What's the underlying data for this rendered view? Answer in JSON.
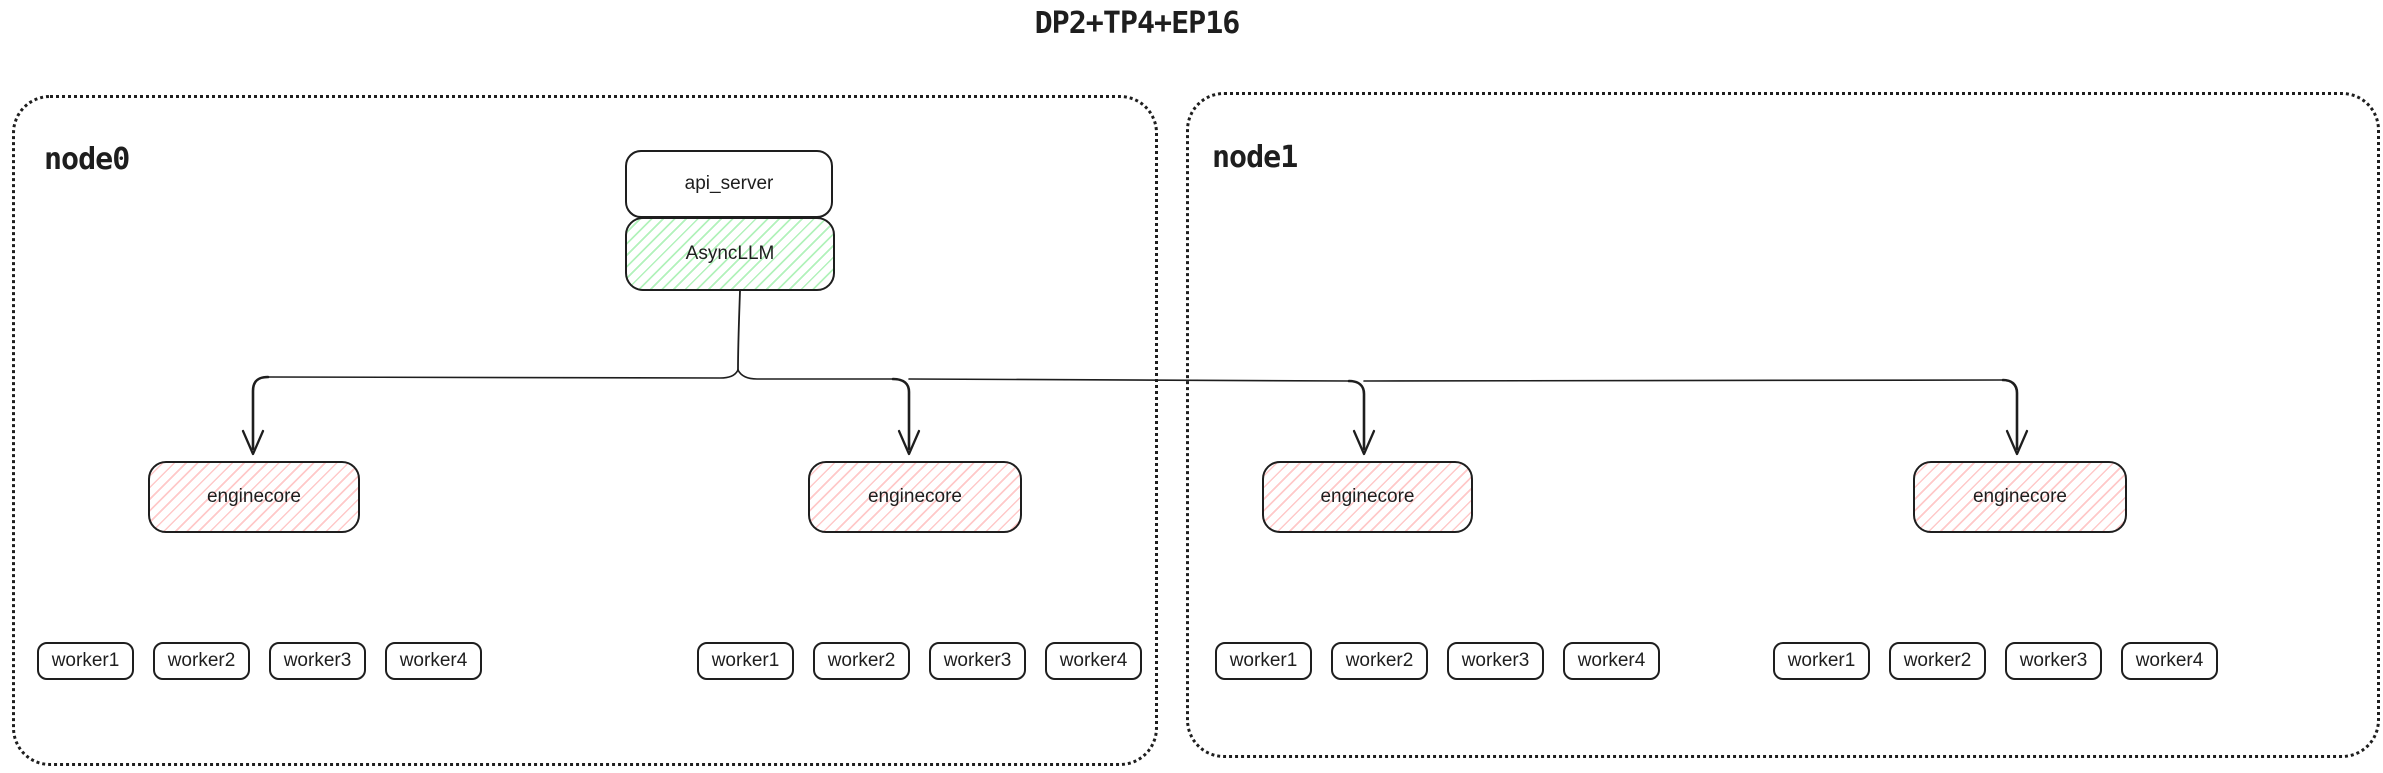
{
  "title": "DP2+TP4+EP16",
  "nodes": [
    {
      "label": "node0"
    },
    {
      "label": "node1"
    }
  ],
  "api_stack": {
    "api_server_label": "api_server",
    "async_llm_label": "AsyncLLM"
  },
  "enginecores": [
    "enginecore",
    "enginecore",
    "enginecore",
    "enginecore"
  ],
  "worker_groups": [
    {
      "workers": [
        "worker1",
        "worker2",
        "worker3",
        "worker4"
      ]
    },
    {
      "workers": [
        "worker1",
        "worker2",
        "worker3",
        "worker4"
      ]
    },
    {
      "workers": [
        "worker1",
        "worker2",
        "worker3",
        "worker4"
      ]
    },
    {
      "workers": [
        "worker1",
        "worker2",
        "worker3",
        "worker4"
      ]
    }
  ],
  "colors": {
    "stroke": "#1e1e1e",
    "async_llm_hatch": "#b2f2bb",
    "enginecore_hatch": "#ffc9c9",
    "background": "#ffffff"
  }
}
